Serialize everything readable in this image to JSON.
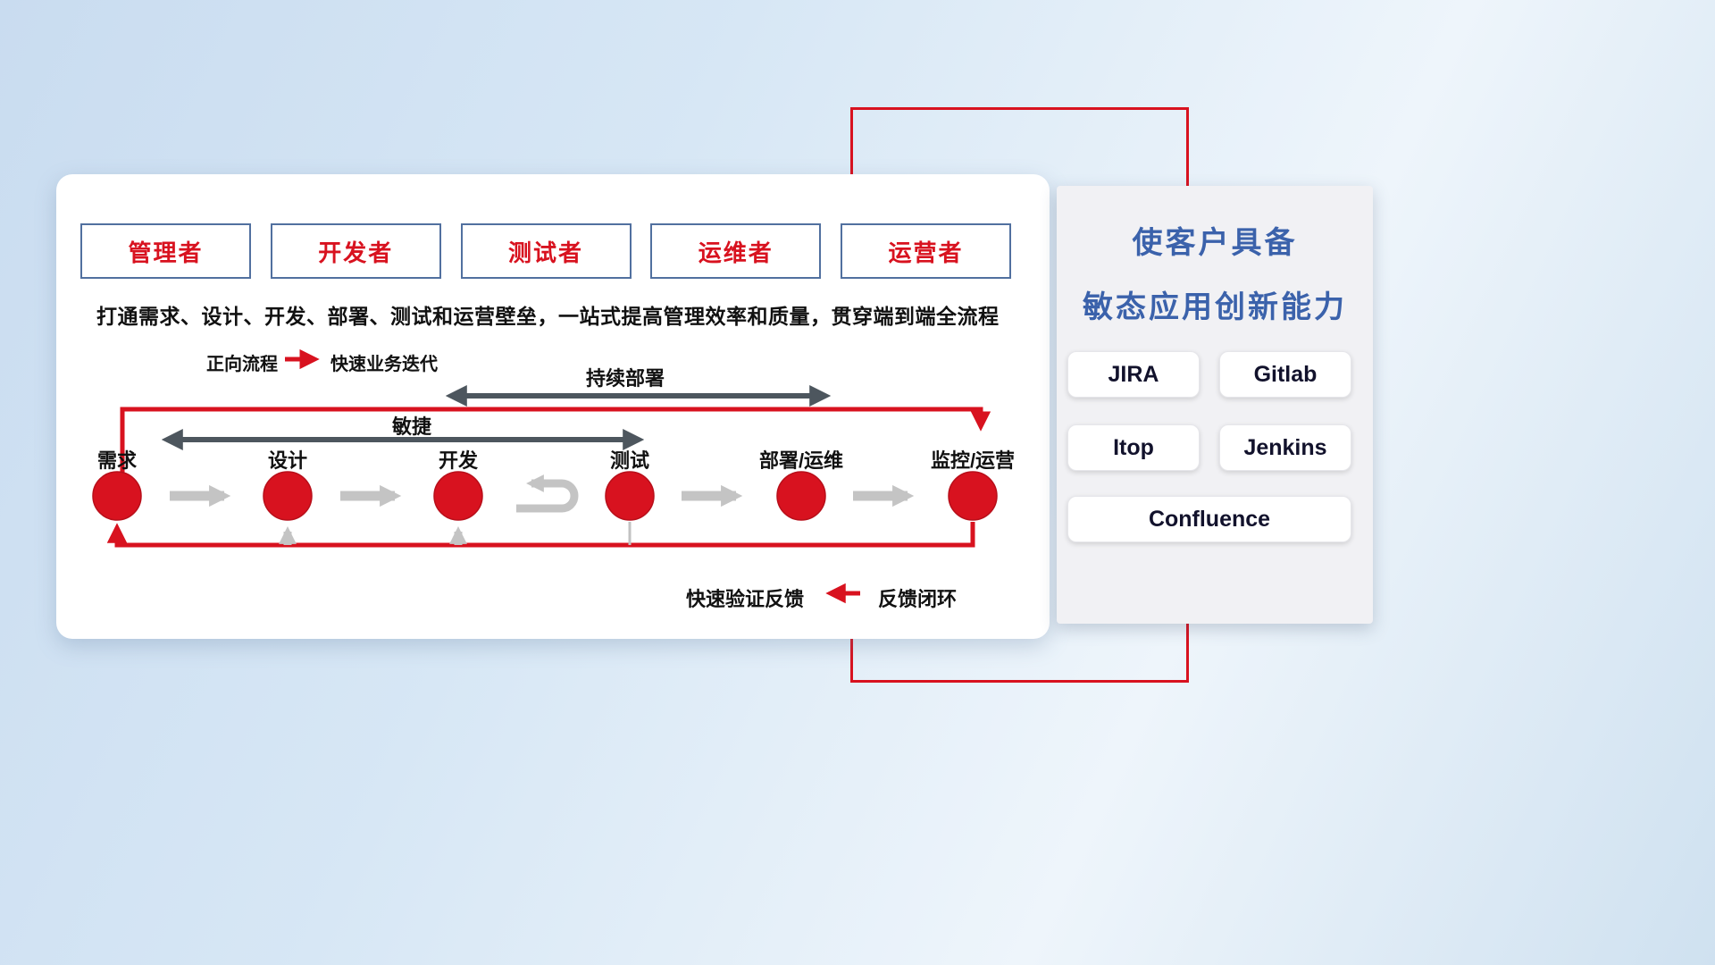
{
  "roles": [
    {
      "label": "管理者"
    },
    {
      "label": "开发者"
    },
    {
      "label": "测试者"
    },
    {
      "label": "运维者"
    },
    {
      "label": "运营者"
    }
  ],
  "subtitle": "打通需求、设计、开发、部署、测试和运营壁垒，一站式提高管理效率和质量，贯穿端到端全流程",
  "legend": {
    "forward_label": "正向流程",
    "forward_desc": "快速业务迭代",
    "feedback_desc": "快速验证反馈",
    "feedback_label": "反馈闭环"
  },
  "flow": {
    "continuous_deploy_label": "持续部署",
    "agile_label": "敏捷",
    "nodes": [
      {
        "label": "需求"
      },
      {
        "label": "设计"
      },
      {
        "label": "开发"
      },
      {
        "label": "测试"
      },
      {
        "label": "部署/运维"
      },
      {
        "label": "监控/运营"
      }
    ]
  },
  "right_panel": {
    "title_line1": "使客户具备",
    "title_line2": "敏态应用创新能力",
    "tools": [
      {
        "label": "JIRA"
      },
      {
        "label": "Gitlab"
      },
      {
        "label": "Itop"
      },
      {
        "label": "Jenkins"
      },
      {
        "label": "Confluence"
      }
    ]
  },
  "colors": {
    "red": "#d8121f",
    "title_blue": "#3b62ab",
    "dark_arrow": "#4d565e",
    "gray_arrow": "#c4c4c4"
  }
}
